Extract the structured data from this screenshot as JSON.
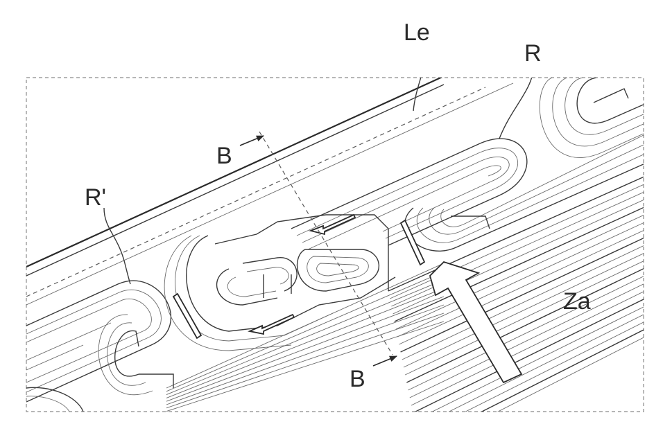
{
  "labels": {
    "le": "Le",
    "r": "R",
    "r_prime": "R'",
    "b_top": "B",
    "b_bottom": "B",
    "za": "Za"
  },
  "colors": {
    "line": "#3a3a3a",
    "background": "#ffffff"
  },
  "icons": {
    "section_arrow": "section-arrow-icon",
    "flow_arrow": "flow-arrow-icon",
    "inflow_arrow": "large-inflow-arrow-icon"
  }
}
